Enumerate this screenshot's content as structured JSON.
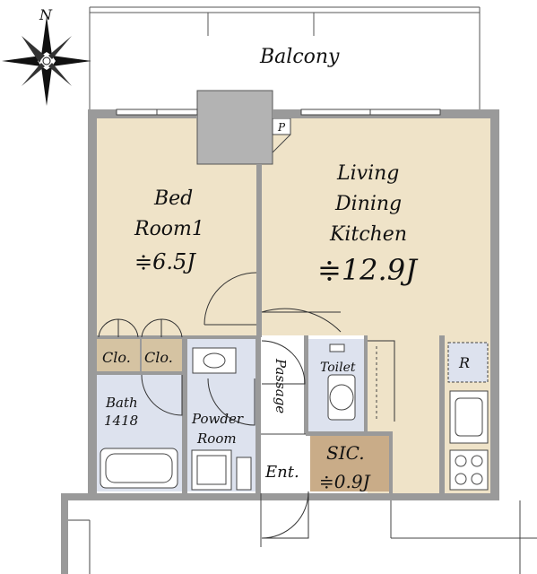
{
  "compass": {
    "north": "N"
  },
  "rooms": {
    "balcony": "Balcony",
    "bedroom_line1": "Bed",
    "bedroom_line2": "Room1",
    "bedroom_size": "≑6.5J",
    "ldk_line1": "Living",
    "ldk_line2": "Dining",
    "ldk_line3": "Kitchen",
    "ldk_size": "≑12.9J",
    "closet1": "Clo.",
    "closet2": "Clo.",
    "bath_line1": "Bath",
    "bath_line2": "1418",
    "powder_line1": "Powder",
    "powder_line2": "Room",
    "passage": "Passage",
    "toilet": "Toilet",
    "sic": "SIC.",
    "sic_size": "≑0.9J",
    "entrance": "Ent.",
    "refrigerator": "R",
    "pipe_space": "P"
  },
  "colors": {
    "wall": "#9a9a9a",
    "wood_floor": "#efe3c8",
    "wet_floor": "#dde2ee",
    "closet_floor": "#d5c3a2",
    "sic_floor": "#c9ac88",
    "pipe_shaft": "#b3b3b3"
  }
}
